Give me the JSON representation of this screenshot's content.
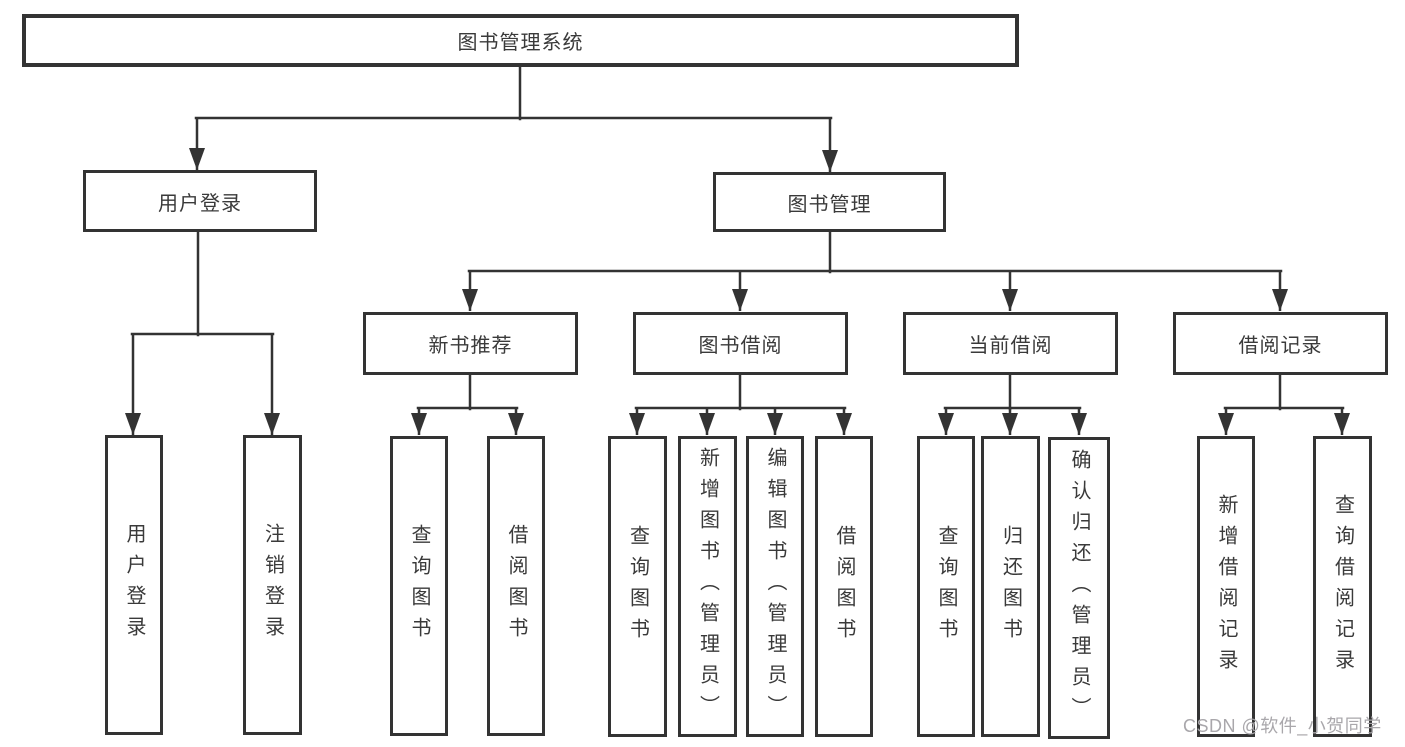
{
  "root": {
    "label": "图书管理系统"
  },
  "level2": [
    {
      "label": "用户登录"
    },
    {
      "label": "图书管理"
    }
  ],
  "level3": [
    {
      "label": "新书推荐"
    },
    {
      "label": "图书借阅"
    },
    {
      "label": "当前借阅"
    },
    {
      "label": "借阅记录"
    }
  ],
  "level4": {
    "user_login": [
      {
        "label": "用户登录"
      },
      {
        "label": "注销登录"
      }
    ],
    "new_book_recommend": [
      {
        "label": "查询图书"
      },
      {
        "label": "借阅图书"
      }
    ],
    "book_borrow": [
      {
        "label": "查询图书"
      },
      {
        "label": "新增图书（管理员）"
      },
      {
        "label": "编辑图书（管理员）"
      },
      {
        "label": "借阅图书"
      }
    ],
    "current_borrow": [
      {
        "label": "查询图书"
      },
      {
        "label": "归还图书"
      },
      {
        "label": "确认归还（管理员）"
      }
    ],
    "borrow_record": [
      {
        "label": "新增借阅记录"
      },
      {
        "label": "查询借阅记录"
      }
    ]
  },
  "watermark": "CSDN @软件_小贺同学",
  "colors": {
    "line": "#333333",
    "text": "#3a3a3a",
    "box_bg": "#ffffff",
    "watermark": "#a9a7ab",
    "background": "#ffffff"
  }
}
